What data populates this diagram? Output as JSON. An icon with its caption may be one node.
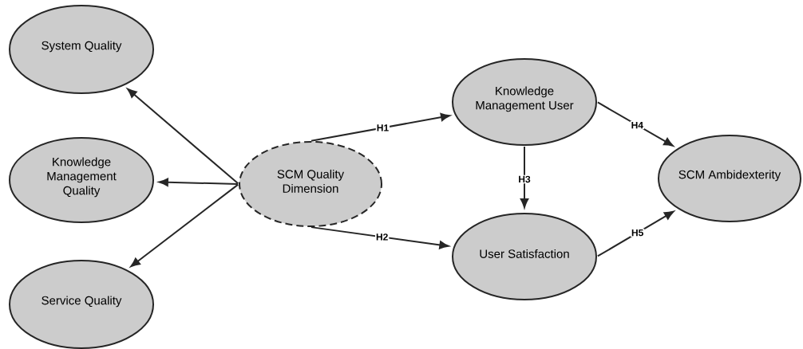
{
  "diagram": {
    "nodes": [
      {
        "text": [
          "System Quality"
        ]
      },
      {
        "text": [
          "Knowledge Management Quality"
        ]
      },
      {
        "text": [
          "Service Quality"
        ]
      },
      {
        "text": [
          "SCM Quality Dimension"
        ]
      },
      {
        "text": [
          "Knowledge Management User"
        ]
      },
      {
        "text": [
          "User Satisfaction"
        ]
      },
      {
        "text": [
          "SCM Ambidexterity"
        ]
      }
    ],
    "edges": [
      {
        "from": 3,
        "to": 0,
        "arrow": "to"
      },
      {
        "from": 3,
        "to": 1,
        "arrow": "to"
      },
      {
        "from": 3,
        "to": 2,
        "arrow": "to"
      },
      {
        "from": 3,
        "to": 4,
        "arrow": "to",
        "label": "H1"
      },
      {
        "from": 3,
        "to": 5,
        "arrow": "to",
        "label": "H2"
      },
      {
        "from": 4,
        "to": 5,
        "arrow": "to",
        "label": "H3"
      },
      {
        "from": 4,
        "to": 6,
        "arrow": "to",
        "label": "H4"
      },
      {
        "from": 5,
        "to": 6,
        "arrow": "to",
        "label": "H5"
      }
    ]
  }
}
